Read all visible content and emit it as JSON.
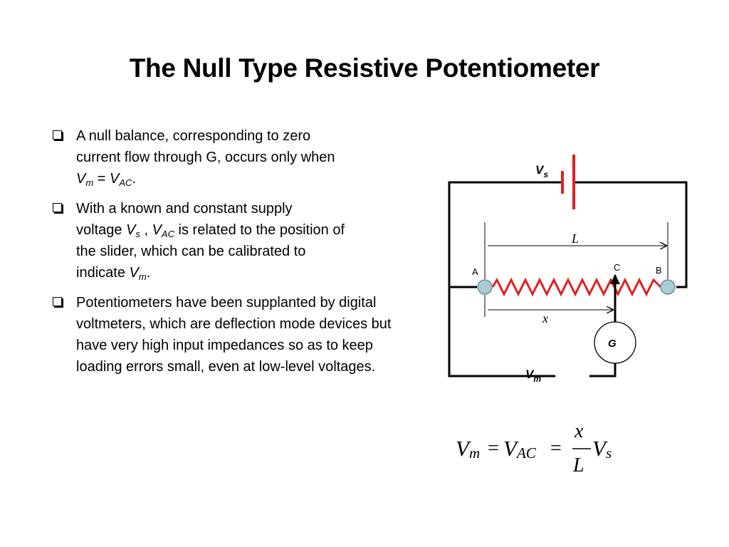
{
  "title": "The Null Type Resistive Potentiometer",
  "bullets": [
    {
      "line1": "A null balance, corresponding to zero",
      "line2": "current flow through G, occurs only when",
      "vm_v": "V",
      "vm_sub": "m",
      "eq": " = ",
      "vac_v": "V",
      "vac_sub": "AC",
      "end": "."
    },
    {
      "line1": "With a known and constant supply",
      "pre": "voltage ",
      "vs_v": "V",
      "vs_sub": "s",
      "comma": " , ",
      "vac_v": "V",
      "vac_sub": "AC",
      "post": " is related to the position of",
      "line3": "the slider, which can be calibrated to",
      "pre4": "indicate ",
      "vm_v": "V",
      "vm_sub": "m",
      "end": "."
    },
    {
      "text": "Potentiometers have been supplanted by digital voltmeters, which are deflection mode devices but have very high input impedances so as to keep loading errors small, even at low-level voltages."
    }
  ],
  "diagram": {
    "vs_v": "V",
    "vs_sub": "s",
    "length_label": "L",
    "node_a": "A",
    "node_b": "B",
    "node_c": "C",
    "slider_label": "x",
    "galvanometer": "G",
    "vm_v": "V",
    "vm_sub": "m",
    "colors": {
      "battery": "#e02020",
      "resistor": "#e02020",
      "node_fill": "#a9ccd4",
      "wire": "#000000"
    }
  },
  "equation": {
    "vm_v": "V",
    "vm_sub": "m",
    "eq1": "=",
    "vac_v": "V",
    "vac_sub": "AC",
    "eq2": "=",
    "numerator": "x",
    "denominator": "L",
    "vs_v": "V",
    "vs_sub": "s"
  }
}
